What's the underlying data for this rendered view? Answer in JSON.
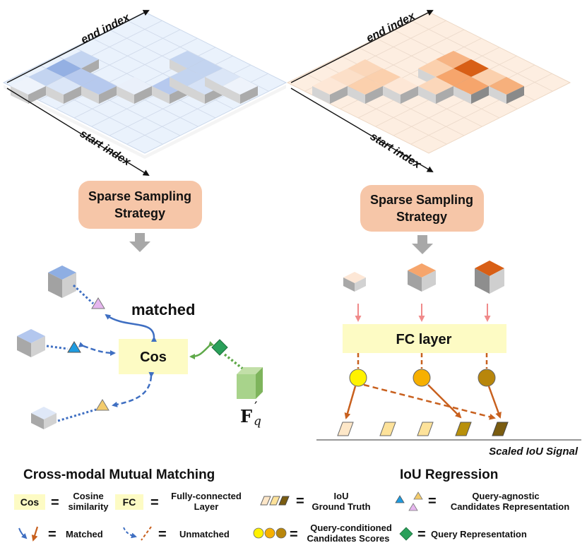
{
  "left_panel": {
    "end_axis": "end index",
    "start_axis": "start index",
    "strategy_line1": "Sparse Sampling",
    "strategy_line2": "Strategy",
    "matched": "matched",
    "cos": "Cos",
    "query_symbol": "F",
    "query_subscript": "q",
    "query_prime": "′"
  },
  "right_panel": {
    "end_axis": "end index",
    "start_axis": "start index",
    "strategy_line1": "Sparse Sampling",
    "strategy_line2": "Strategy",
    "fc_layer": "FC layer",
    "axis_label": "Scaled IoU Signal"
  },
  "section_titles": {
    "left": "Cross-modal  Mutual Matching",
    "right": "IoU Regression"
  },
  "legend": {
    "cos_box": "Cos",
    "eq": "=",
    "cos_desc_1": "Cosine",
    "cos_desc_2": "similarity",
    "fc_box": "FC",
    "fc_desc_1": "Fully-connected",
    "fc_desc_2": "Layer",
    "iou_1": "IoU",
    "iou_2": "Ground Truth",
    "qa_1": "Query-agnostic",
    "qa_2": "Candidates Representation",
    "matched": "Matched",
    "unmatched": "Unmatched",
    "qc_1": "Query-conditioned",
    "qc_2": "Candidates Scores",
    "query_rep": "Query  Representation"
  },
  "colors": {
    "strategy_box": "#f6c6a8",
    "yellow_box": "#fdfbc4",
    "blue_arrow": "#3f6fc2",
    "orange_arrow": "#c8601e",
    "pink_arrow": "#f08a8a",
    "green_dot": "#5fa94a",
    "query_diamond": "#2aa05a"
  }
}
